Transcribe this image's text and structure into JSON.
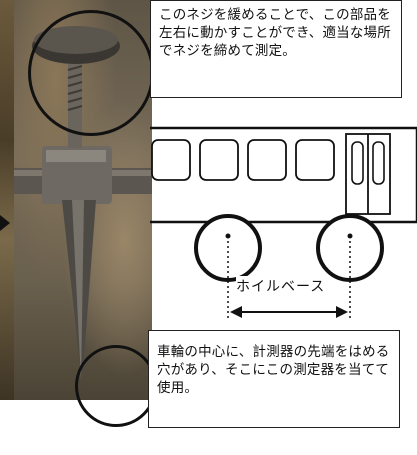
{
  "callout_top": {
    "text": "このネジを緩めることで、この部品を左右に動かすことができ、適当な場所でネジを締めて測定。"
  },
  "callout_bottom": {
    "text": "車輪の中心に、計測器の先端をはめる穴があり、そこにこの測定器を当てて使用。"
  },
  "diagram": {
    "wheelbase_label": "ホイルベース"
  }
}
